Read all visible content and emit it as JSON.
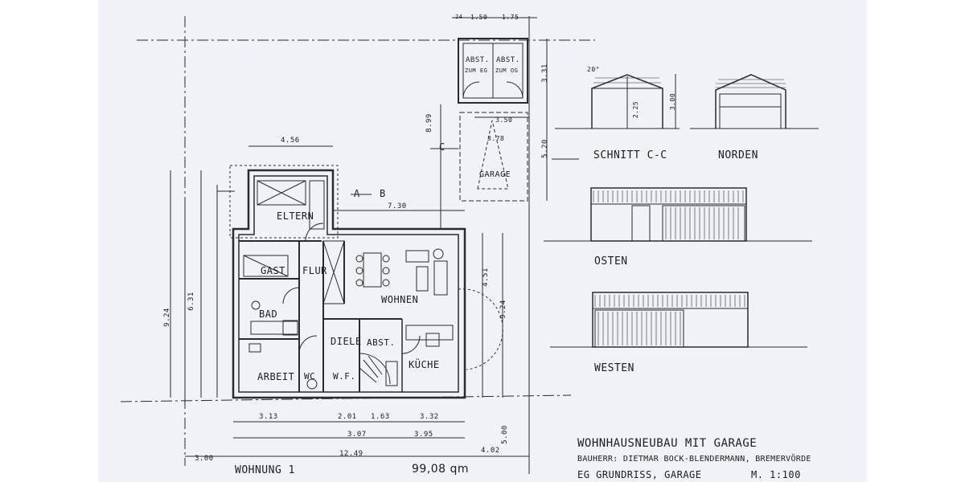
{
  "plan": {
    "rooms": {
      "eltern": "ELTERN",
      "gast": "GAST",
      "flur": "FLUR",
      "bad": "BAD",
      "wohnen": "WOHNEN",
      "diele": "DIELE",
      "abst": "ABST.",
      "kueche": "KÜCHE",
      "arbeit": "ARBEIT",
      "wc": "WC",
      "wf": "W.F."
    },
    "dims": {
      "top_456": "4.56",
      "top_730": "7.30",
      "bottom_313": "3.13",
      "bottom_201": "2.01",
      "bottom_163": "1.63",
      "bottom_332": "3.32",
      "bottom_307": "3.07",
      "bottom_395": "3.95",
      "overall_1249": "12.49",
      "left_300": "3.00",
      "right_402": "4.02",
      "left_924": "9.24",
      "left_631": "6.31",
      "right_451": "4.51",
      "right_924": "9.24",
      "right_500": "5.00",
      "garage_899": "8.99",
      "garage_520": "5.20",
      "garage_331": "3.31"
    },
    "section_marks": {
      "a": "A",
      "b": "B",
      "c": "C"
    }
  },
  "garage": {
    "abst_eg": "ABST.",
    "zum_eg": "ZUM EG",
    "abst_og": "ABST.",
    "zum_og": "ZUM OG",
    "label": "GARAGE",
    "width_350": "3.50",
    "width_378": "3.78",
    "dim_150": "1.50",
    "dim_175": "1.75",
    "dim_24": "24"
  },
  "elevations": {
    "schnitt": "SCHNITT C-C",
    "norden": "NORDEN",
    "osten": "OSTEN",
    "westen": "WESTEN",
    "angle": "20°",
    "h_300": "3.00",
    "h_225": "2.25"
  },
  "title_block": {
    "title": "WOHNHAUSNEUBAU MIT GARAGE",
    "bauherr": "BAUHERR: DIETMAR BOCK-BLENDERMANN, BREMERVÖRDE",
    "grundriss": "EG GRUNDRISS, GARAGE",
    "scale": "M. 1:100",
    "wohnung": "WOHNUNG 1",
    "area": "99,08 qm"
  }
}
